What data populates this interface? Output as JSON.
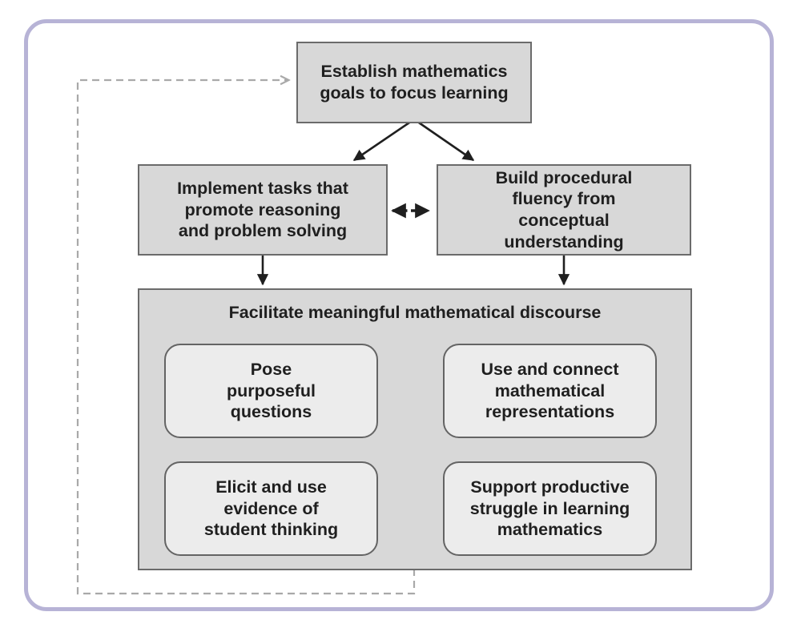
{
  "diagram": {
    "goals_box": {
      "label": "Establish mathematics goals to focus learning"
    },
    "tasks_box": {
      "label": "Implement tasks that promote reasoning and problem solving"
    },
    "fluency_box": {
      "label": "Build procedural fluency from conceptual understanding"
    },
    "discourse_box": {
      "label": "Facilitate meaningful mathematical discourse"
    },
    "practices": [
      {
        "label": "Pose purposeful questions"
      },
      {
        "label": "Use and connect mathematical representations"
      },
      {
        "label": "Elicit and use evidence of student thinking"
      },
      {
        "label": "Support productive struggle in learning mathematics"
      }
    ],
    "colors": {
      "frame_border": "#b7b3d6",
      "box_fill": "#d8d8d8",
      "practice_fill": "#ececec",
      "box_border": "#6b6b6b",
      "connector": "#1f1f1f",
      "feedback_dash": "#a9a9a9"
    }
  }
}
